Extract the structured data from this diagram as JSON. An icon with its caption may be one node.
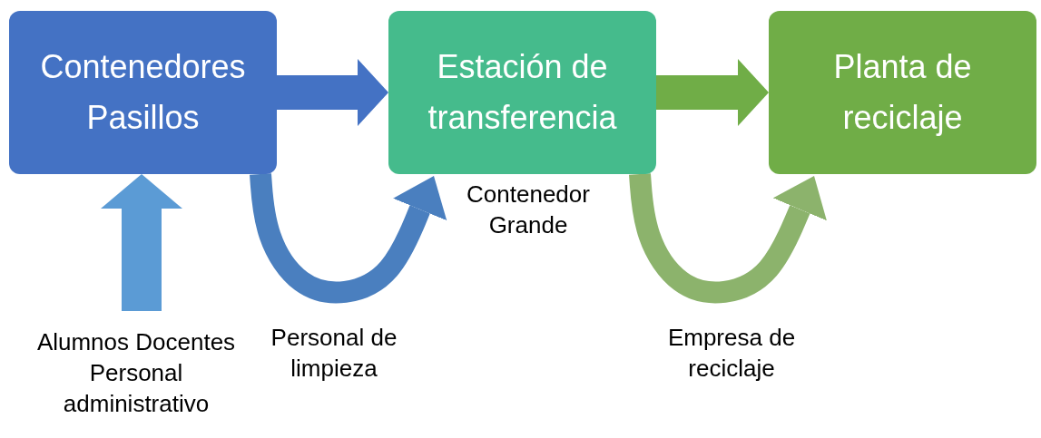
{
  "diagram": {
    "nodes": [
      {
        "text": [
          "Contenedores Pasillos"
        ]
      },
      {
        "text": [
          "Estación de transferencia"
        ],
        "beside": [
          "Contenedor Grande"
        ]
      },
      {
        "text": [
          "Planta de reciclaje"
        ]
      },
      {
        "text": [
          "Alumnos Docentes Personal administrativo"
        ]
      }
    ],
    "edges": [
      {
        "from": 0,
        "to": 1,
        "arrow": "to",
        "color": "#4472c4"
      },
      {
        "from": 1,
        "to": 2,
        "arrow": "to",
        "color": "#70ad47"
      },
      {
        "from": 3,
        "to": 0,
        "arrow": "to",
        "color": "#5b9bd5"
      },
      {
        "from": 0,
        "to": 1,
        "arrow": "to",
        "label": "Personal de limpieza",
        "color": "#4a7fbf"
      },
      {
        "from": 1,
        "to": 2,
        "arrow": "to",
        "label": "Empresa de reciclaje",
        "color": "#8cb36c"
      }
    ]
  }
}
